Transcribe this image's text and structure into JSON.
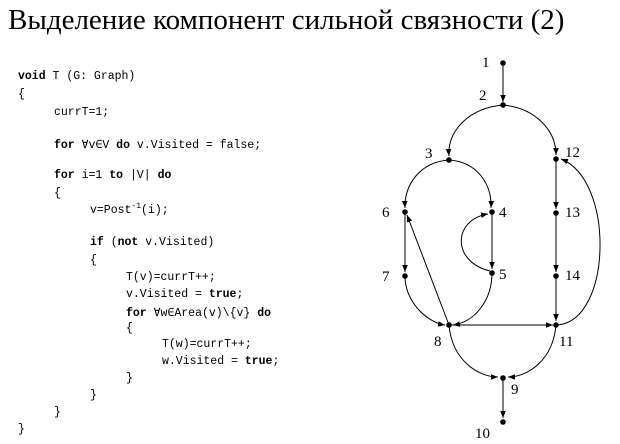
{
  "title": "Выделение компонент сильной связности (2)",
  "code": {
    "l1_kw": "void",
    "l1_rest": " T (G: Graph)",
    "l2": "{",
    "l3": "currT=1;",
    "l4_kw1": "for",
    "l4_mid": " ∀v∈V ",
    "l4_kw2": "do",
    "l4_rest": " v.Visited = false;",
    "l5_kw1": "for",
    "l5_mid": " i=1 ",
    "l5_kw2": "to",
    "l5_mid2": " |V| ",
    "l5_kw3": "do",
    "l6": "{",
    "l7_pre": "v=Post",
    "l7_sup": "-1",
    "l7_post": "(i);",
    "l8_kw1": "if",
    "l8_mid": " (",
    "l8_kw2": "not",
    "l8_rest": " v.Visited)",
    "l9": "{",
    "l10": "T(v)=currT++;",
    "l11_pre": "v.Visited = ",
    "l11_kw": "true",
    "l11_post": ";",
    "l12_kw1": "for",
    "l12_mid": " ∀w∈Area(v)\\{v} ",
    "l12_kw2": "do",
    "l13": "{",
    "l14": "T(w)=currT++;",
    "l15_pre": "w.Visited = ",
    "l15_kw": "true",
    "l15_post": ";",
    "l16": "}",
    "l17": "}",
    "l18": "}",
    "l19": "}"
  },
  "graph": {
    "nodes": [
      "1",
      "2",
      "3",
      "4",
      "5",
      "6",
      "7",
      "8",
      "9",
      "10",
      "11",
      "12",
      "13",
      "14"
    ]
  }
}
